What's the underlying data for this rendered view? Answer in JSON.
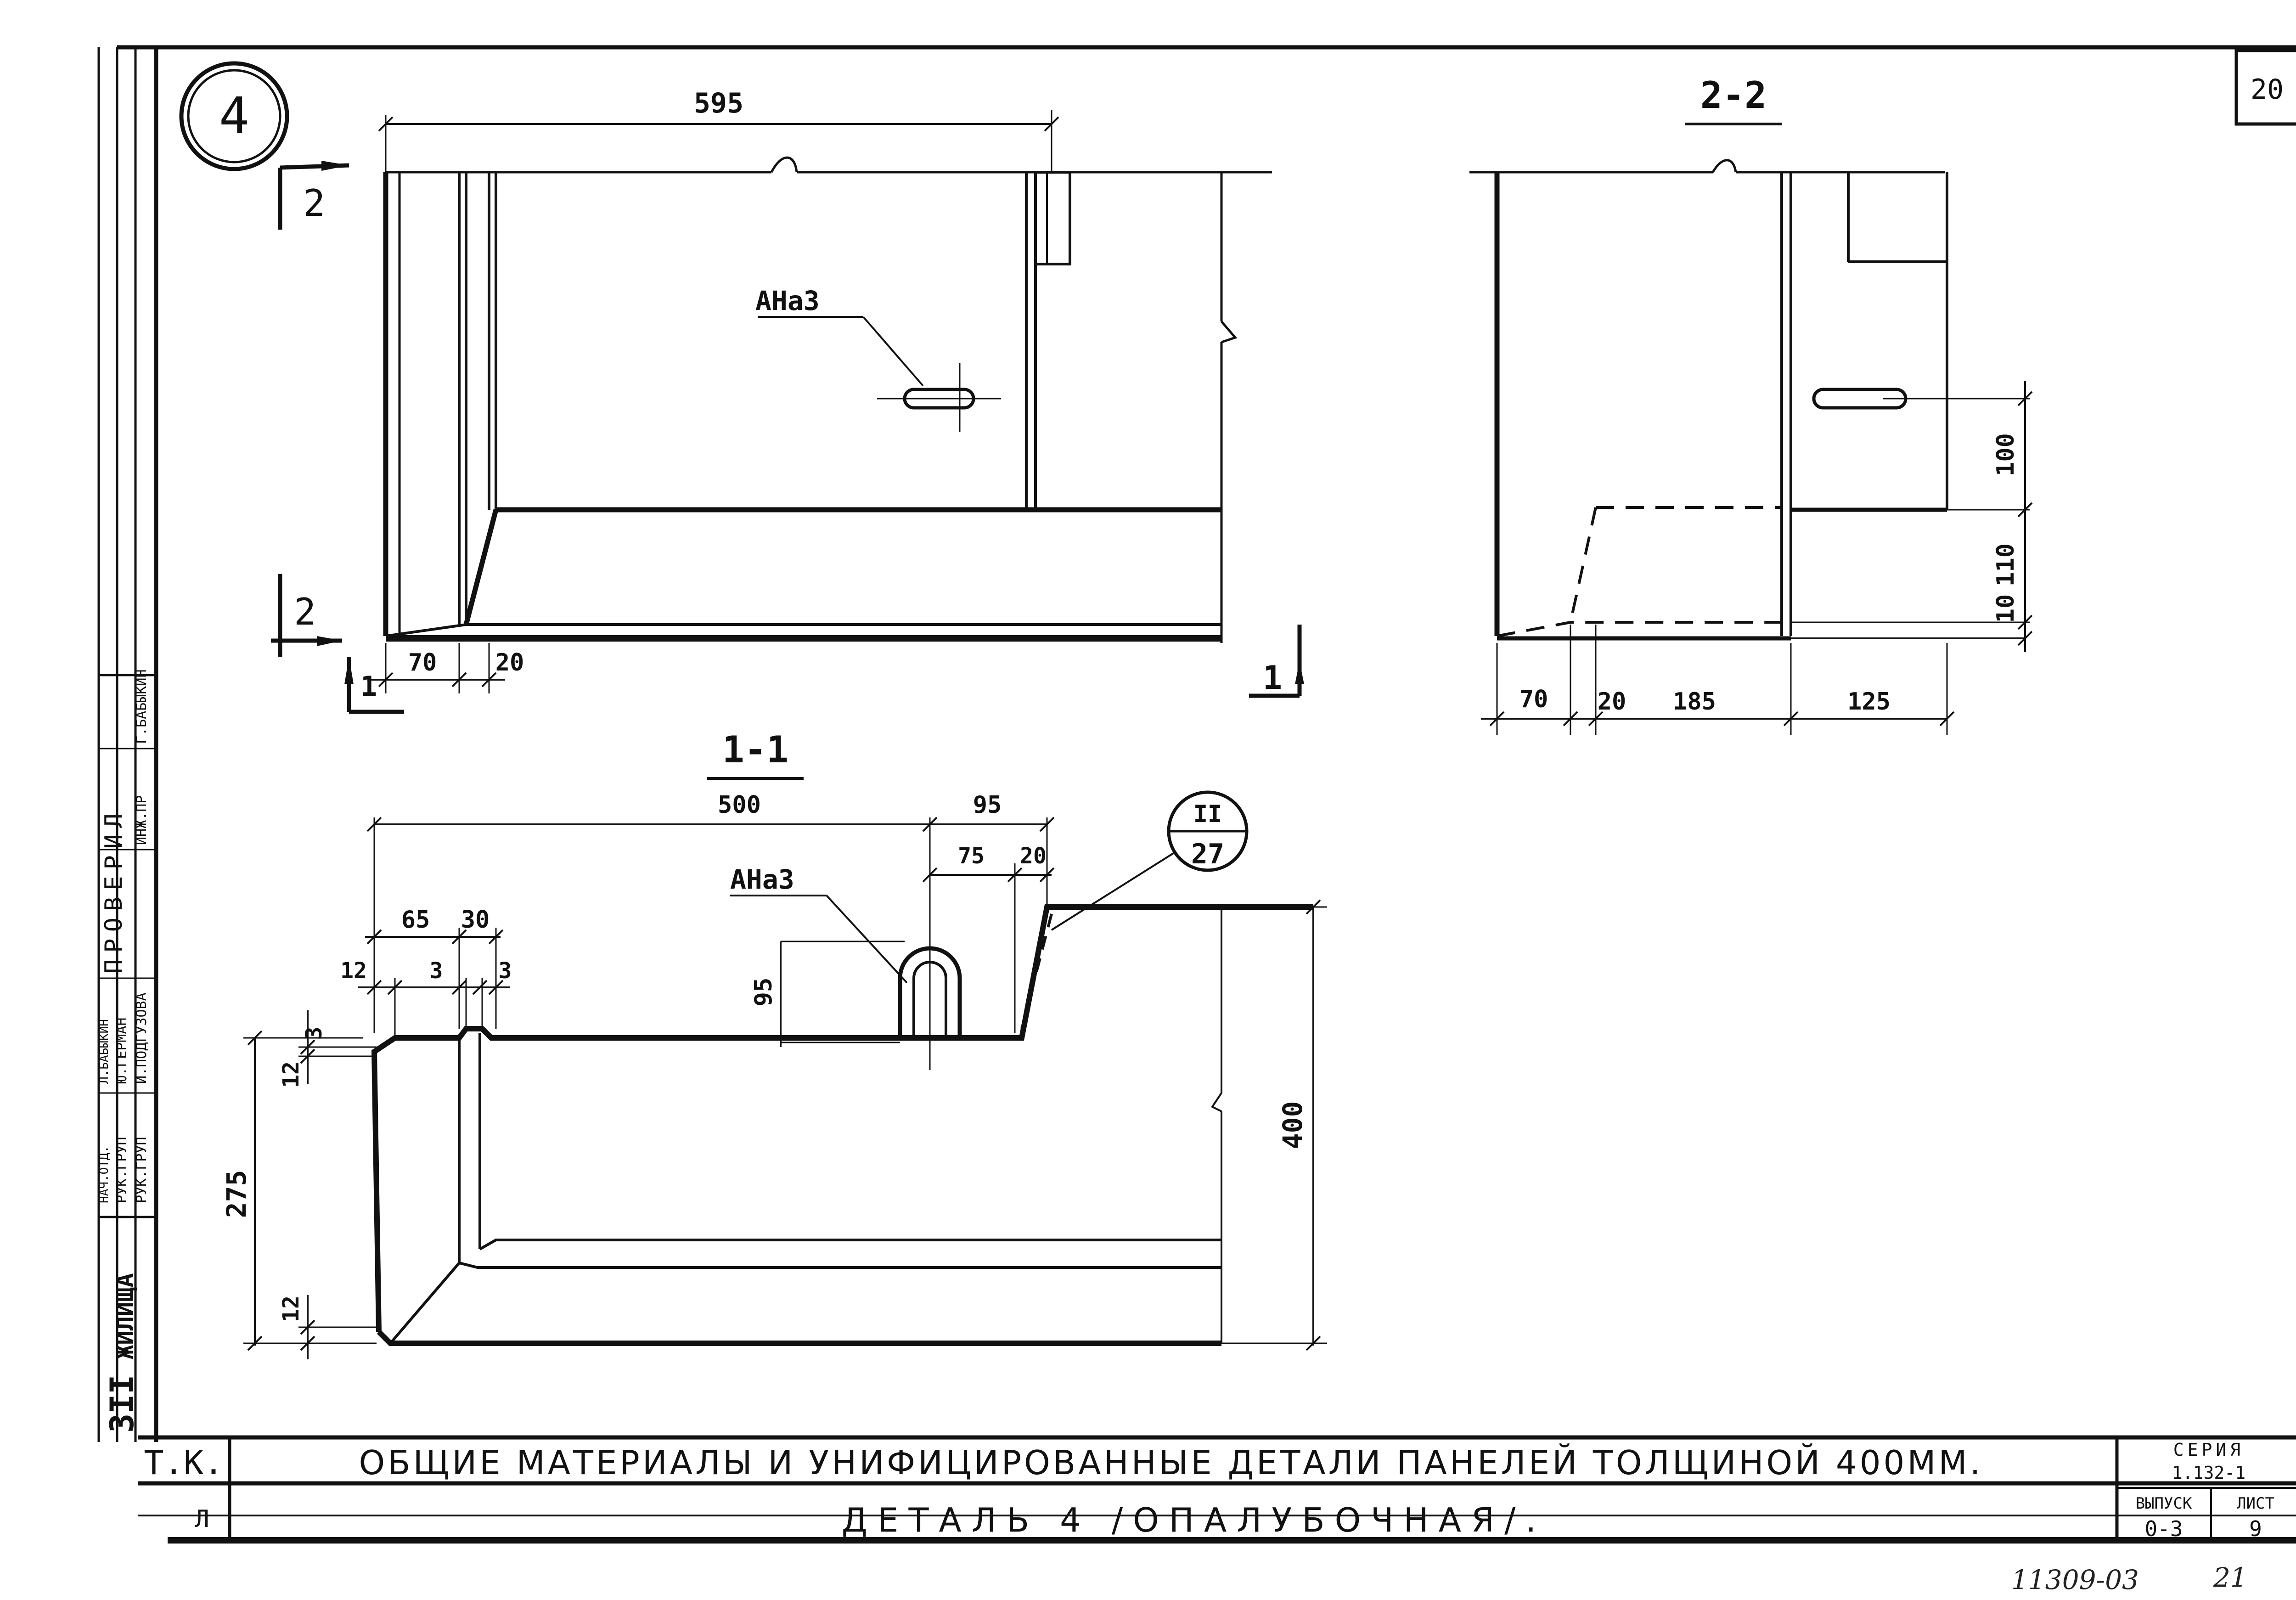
{
  "sheet": {
    "sheet_number": "20",
    "detail_marker": "4",
    "bottom_right_handwritten": "11309-03",
    "bottom_right_page": "21"
  },
  "views": {
    "top_view": {
      "width_dim": "595",
      "section_mark_left_top": "2",
      "section_mark_left_bottom": "2",
      "section_mark_1_left": "1",
      "section_mark_1_right": "1",
      "dim_70": "70",
      "dim_20": "20",
      "rebar_label": "АНа3"
    },
    "section_2_2": {
      "title": "2-2",
      "dims_bottom": [
        "70",
        "20",
        "185",
        "125"
      ],
      "dims_right": [
        "100",
        "110",
        "10"
      ]
    },
    "section_1_1": {
      "title": "1-1",
      "dim_500": "500",
      "dim_95_top": "95",
      "dim_75": "75",
      "dim_20": "20",
      "dim_65": "65",
      "dim_30": "30",
      "dim_12_left": "12",
      "dim_3_a": "3",
      "dim_3_b": "3",
      "dim_3_side": "3",
      "dim_12_top": "12",
      "dim_275": "275",
      "dim_12_bottom": "12",
      "dim_95_side": "95",
      "dim_400": "400",
      "rebar_label": "АНа3",
      "callout_top": "II",
      "callout_bottom": "27"
    }
  },
  "side_stamp": {
    "org_letters": "ЗII",
    "org_word": "ЖИЛИЩА",
    "rows": [
      {
        "role": "НАЧ.ОТД.",
        "name": "Л.БАБЫКИН"
      },
      {
        "role": "РУК.ГРУП",
        "name": "Ю.ГЕРМАН"
      },
      {
        "role": "РУК.ГРУП",
        "name": "И.ПОДГУЗОВА"
      },
      {
        "role": "ИНЖ.ПР",
        "name": "Г.БАБЫКИН"
      }
    ],
    "checked_label": "ПРОВЕРИЛ"
  },
  "title_block": {
    "left_code_top": "Т.К.",
    "left_code_bottom": "Л",
    "main_title": "ОБЩИЕ МАТЕРИАЛЫ И УНИФИЦИРОВАННЫЕ ДЕТАЛИ ПАНЕЛЕЙ ТОЛЩИНОЙ 400ММ.",
    "sub_title": "ДЕТАЛЬ 4 /ОПАЛУБОЧНАЯ/.",
    "series_label": "СЕРИЯ",
    "series_value": "1.132-1",
    "issue_label": "ВЫПУСК",
    "issue_value": "0-3",
    "sheet_label": "ЛИСТ",
    "sheet_value": "9"
  }
}
